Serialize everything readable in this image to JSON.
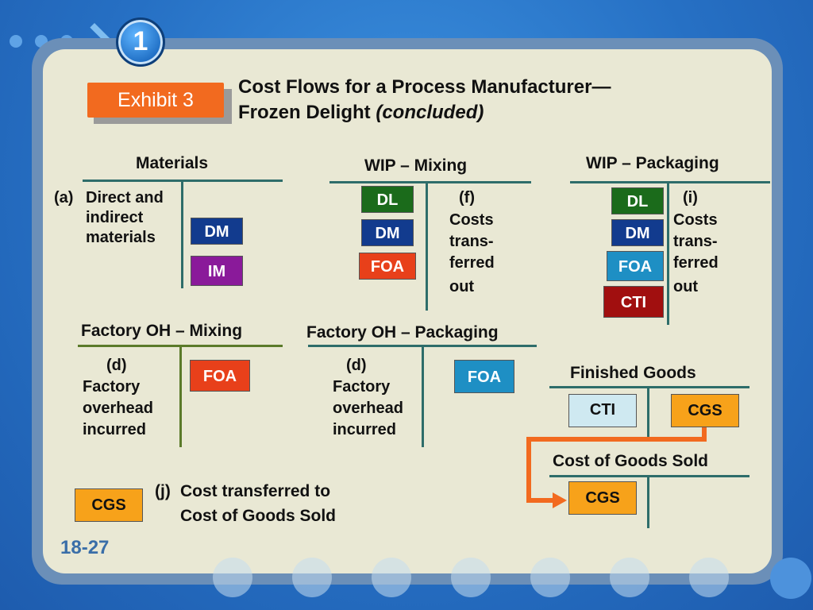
{
  "slide": {
    "badge_number": "1",
    "exhibit_label": "Exhibit 3",
    "title_line1": "Cost Flows for a Process Manufacturer—",
    "title_line2": "Frozen Delight",
    "title_italic": "(concluded)",
    "page_number": "18-27"
  },
  "materials": {
    "header": "Materials",
    "left_marker": "(a)",
    "left_text": [
      "Direct and",
      "indirect",
      "materials"
    ],
    "boxes": [
      "DM",
      "IM"
    ]
  },
  "wip_mixing": {
    "header": "WIP – Mixing",
    "boxes": [
      "DL",
      "DM",
      "FOA"
    ],
    "right_marker": "(f)",
    "right_text": [
      "Costs",
      "trans-",
      "ferred",
      "out"
    ]
  },
  "wip_packaging": {
    "header": "WIP – Packaging",
    "boxes": [
      "DL",
      "DM",
      "FOA",
      "CTI"
    ],
    "right_marker": "(i)",
    "right_text": [
      "Costs",
      "trans-",
      "ferred",
      "out"
    ]
  },
  "foh_mixing": {
    "header": "Factory OH – Mixing",
    "left_marker": "(d)",
    "left_text": [
      "Factory",
      "overhead",
      "incurred"
    ],
    "box": "FOA"
  },
  "foh_packaging": {
    "header": "Factory OH – Packaging",
    "left_marker": "(d)",
    "left_text": [
      "Factory",
      "overhead",
      "incurred"
    ],
    "box": "FOA"
  },
  "finished_goods": {
    "header": "Finished Goods",
    "left_box": "CTI",
    "right_box": "CGS"
  },
  "cost_of_goods_sold": {
    "header": "Cost of Goods Sold",
    "left_box": "CGS"
  },
  "note_j": {
    "box": "CGS",
    "marker": "(j)",
    "line1": "Cost transferred to",
    "line2": "Cost of Goods Sold"
  },
  "colors": {
    "exhibit": "#f26a1f",
    "dm": "#123b8e",
    "dl": "#1b6b1b",
    "im": "#8a1a9a",
    "foa_mixing": "#e8401a",
    "foa_packaging": "#1e8fc4",
    "cti": "#a10f0f",
    "cgs": "#f7a21a",
    "arrow": "#f26a1f"
  }
}
